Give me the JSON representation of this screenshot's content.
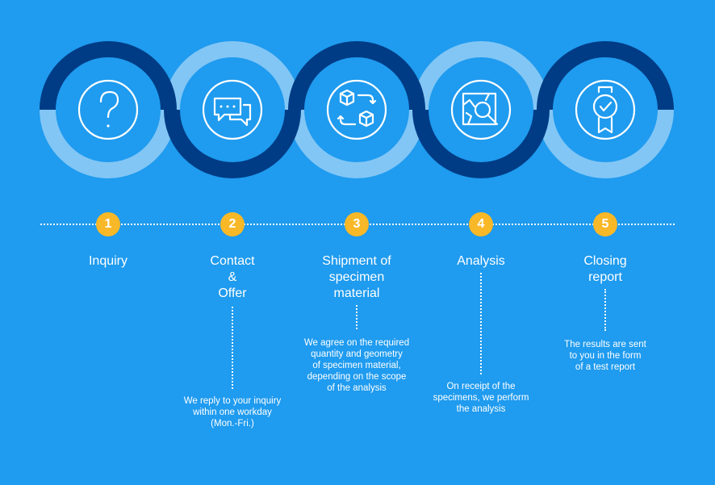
{
  "colors": {
    "background": "#1f9bef",
    "ring_dark": "#003c85",
    "ring_light": "#82c6f5",
    "badge": "#f8b827"
  },
  "steps": [
    {
      "number": "1",
      "title": "Inquiry",
      "icon": "question-icon",
      "description": ""
    },
    {
      "number": "2",
      "title": "Contact\n&\nOffer",
      "icon": "chat-bubbles-icon",
      "description": "We reply to your inquiry\nwithin one workday\n(Mon.-Fri.)"
    },
    {
      "number": "3",
      "title": "Shipment of\nspecimen\nmaterial",
      "icon": "shipping-boxes-icon",
      "description": "We agree on the required\nquantity and geometry\nof specimen material,\ndepending on the scope\nof the analysis"
    },
    {
      "number": "4",
      "title": "Analysis",
      "icon": "magnifier-analysis-icon",
      "description": "On receipt of the\nspecimens, we perform\nthe analysis"
    },
    {
      "number": "5",
      "title": "Closing\nreport",
      "icon": "award-badge-icon",
      "description": "The results are sent\nto you in the form\nof a test report"
    }
  ]
}
